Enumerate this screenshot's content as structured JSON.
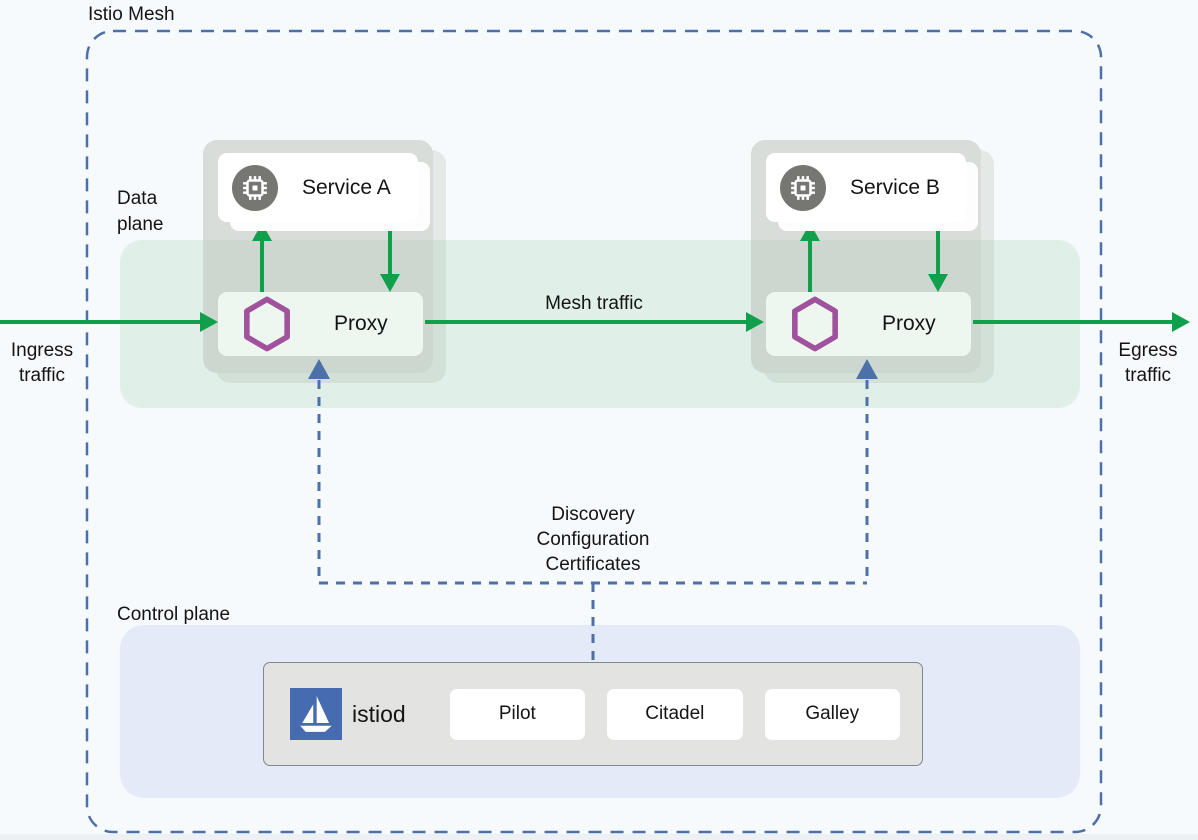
{
  "mesh": {
    "label": "Istio Mesh"
  },
  "data_plane": {
    "label": "Data plane"
  },
  "control_plane": {
    "label": "Control plane"
  },
  "traffic": {
    "ingress": "Ingress traffic",
    "egress": "Egress traffic",
    "mesh": "Mesh traffic"
  },
  "services": [
    {
      "name": "Service A"
    },
    {
      "name": "Service B"
    }
  ],
  "proxy": {
    "label": "Proxy"
  },
  "config_link": {
    "lines": [
      "Discovery",
      "Configuration",
      "Certificates"
    ]
  },
  "istiod": {
    "label": "istiod",
    "components": [
      {
        "label": "Pilot"
      },
      {
        "label": "Citadel"
      },
      {
        "label": "Galley"
      }
    ]
  },
  "colors": {
    "traffic_green": "#10a04b",
    "config_blue": "#4c70a8",
    "proxy_purple": "#a0529c",
    "istio_blue": "#466bb0",
    "data_plane_band": "#e0efe8",
    "control_plane_band": "#e4eaf7",
    "service_icon_gray": "#767672"
  }
}
